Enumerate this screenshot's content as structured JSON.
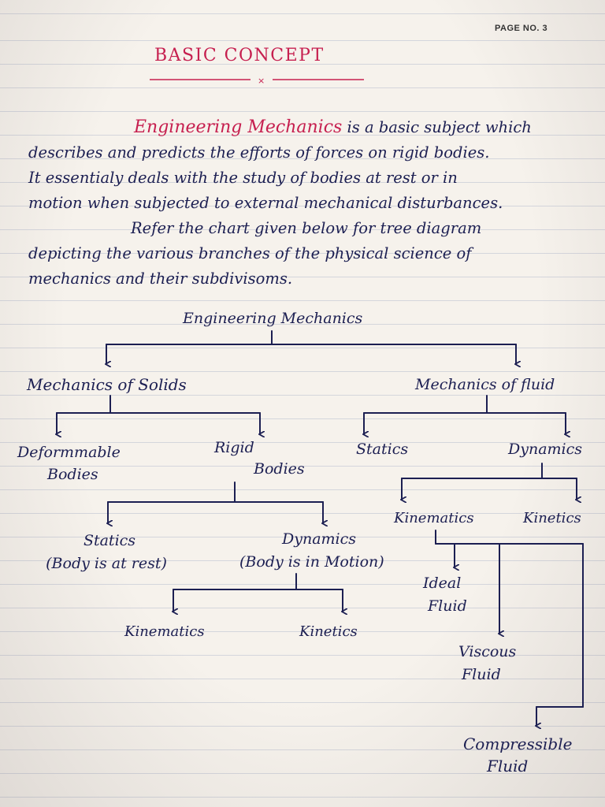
{
  "page": {
    "page_no": "PAGE NO. 3"
  },
  "title": {
    "text": "BASIC CONCEPT",
    "mark": "×"
  },
  "intro": {
    "highlight": "Engineering Mechanics",
    "lines": [
      "is a basic subject which",
      "describes and predicts the efforts of forces on rigid bodies.",
      "It essentialy deals with the study of bodies at rest or in",
      "motion when subjected to external mechanical disturbances.",
      "Refer the chart given below for tree diagram",
      "depicting the various branches of the physical science of",
      "mechanics and their subdivisoms."
    ]
  },
  "tree": {
    "root": "Engineering Mechanics",
    "solids": "Mechanics of Solids",
    "fluid": "Mechanics of fluid",
    "deformable": [
      "Deformmable",
      "Bodies"
    ],
    "rigid": [
      "Rigid",
      "Bodies"
    ],
    "fluid_statics": "Statics",
    "fluid_dynamics": "Dynamics",
    "statics": [
      "Statics",
      "(Body is at rest)"
    ],
    "dynamics": [
      "Dynamics",
      "(Body is in Motion)"
    ],
    "kinematics_solid": "Kinematics",
    "kinetics_solid": "Kinetics",
    "kinematics_fluid": "Kinematics",
    "kinetics_fluid": "Kinetics",
    "ideal": [
      "Ideal",
      "Fluid"
    ],
    "viscous": [
      "Viscous",
      "Fluid"
    ],
    "compressible": [
      "Compressible",
      "Fluid"
    ]
  },
  "colors": {
    "ink": "#1c1f52",
    "accent": "#c61f4f",
    "paper": "#f6f2ec"
  }
}
